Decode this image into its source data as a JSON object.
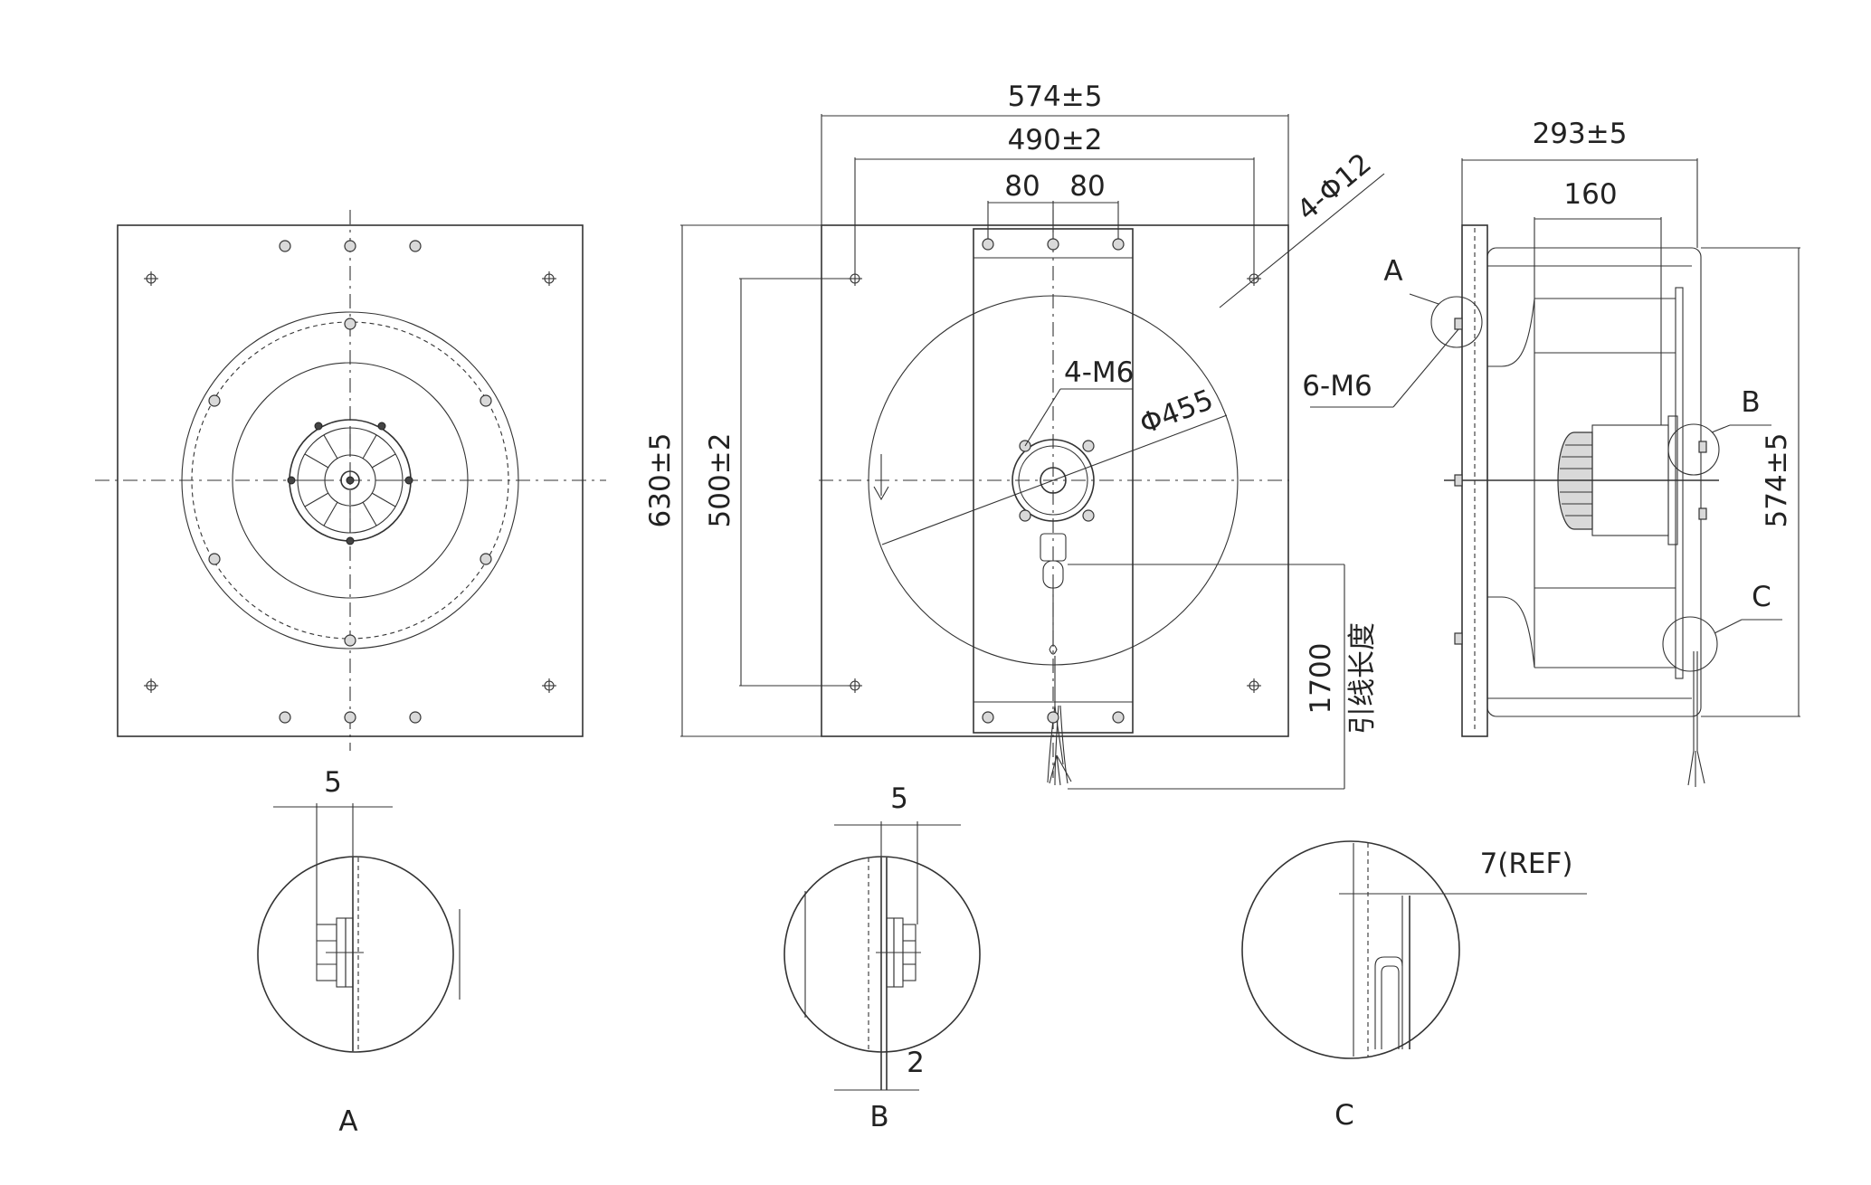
{
  "dimensions": {
    "front_overall_width": "574±5",
    "hole_spacing_width": "490±2",
    "bracket_half_left": "80",
    "bracket_half_right": "80",
    "corner_holes": "4-Φ12",
    "hub_holes": "4-M6",
    "impeller_diameter": "Φ455",
    "overall_height": "630±5",
    "hole_spacing_height": "500±2",
    "lead_length_value": "1700",
    "lead_length_label": "引线长度",
    "side_overall_depth": "293±5",
    "side_motor_depth": "160",
    "side_mount_screws": "6-M6",
    "side_overall_height": "574±5"
  },
  "callouts": {
    "a": "A",
    "b": "B",
    "c": "C"
  },
  "details": {
    "a_dim": "5",
    "b_dim_top": "5",
    "b_dim_bottom": "2",
    "c_dim": "7(REF)",
    "a_label": "A",
    "b_label": "B",
    "c_label": "C"
  },
  "colors": {
    "line": "#333333",
    "background": "#ffffff"
  }
}
